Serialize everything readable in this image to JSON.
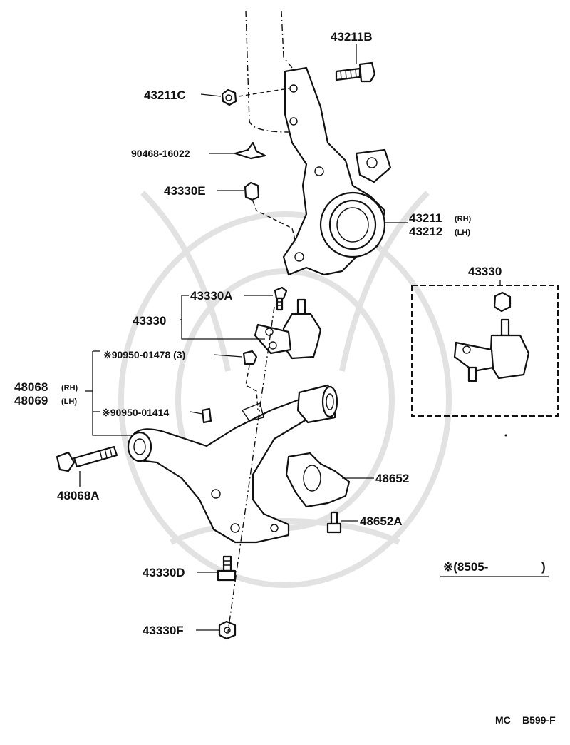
{
  "diagram": {
    "part_labels": {
      "p43211B": "43211B",
      "p43211C": "43211C",
      "p90468": "90468-16022",
      "p43330E": "43330E",
      "p43211": "43211",
      "p43211_side": "(RH)",
      "p43212": "43212",
      "p43212_side": "(LH)",
      "p43330_inset": "43330",
      "p43330A": "43330A",
      "p43330": "43330",
      "p90950_01478": "※90950-01478 (3)",
      "p48068": "48068",
      "p48068_side": "(RH)",
      "p48069": "48069",
      "p48069_side": "(LH)",
      "p90950_01414": "※90950-01414",
      "p48068A": "48068A",
      "p48652": "48652",
      "p48652A": "48652A",
      "p43330D": "43330D",
      "p43330F": "43330F"
    },
    "footnote": "※(8505-",
    "footnote_close": ")",
    "code_prefix": "MC",
    "code": "B599-F"
  }
}
